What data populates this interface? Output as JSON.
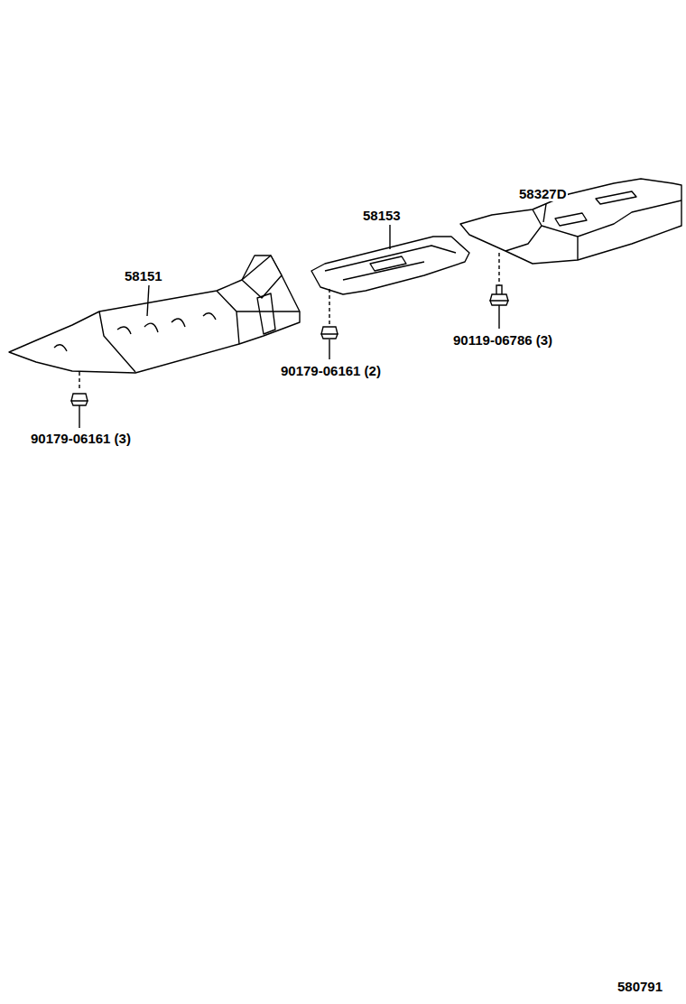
{
  "diagram": {
    "labels": [
      "58327D",
      "58153",
      "58151",
      "90119-06786 (3)",
      "90179-06161 (2)",
      "90179-06161 (3)",
      "580791"
    ]
  }
}
